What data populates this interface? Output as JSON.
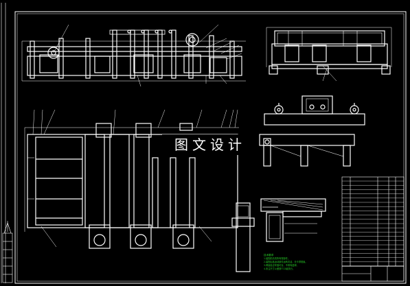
{
  "watermark": "图文设计",
  "colors": {
    "background": "#000000",
    "lines": "#ffffff",
    "notes": "#28d228",
    "leaders": "#ffffff"
  },
  "notes": {
    "heading": "技术要求",
    "lines": [
      "1.装配前清洗所有零部件。",
      "2.装配后各运动部件运转灵活，无卡滞现象。",
      "3.焊接处应牢固可靠，不得有虚焊。",
      "4.未注尺寸公差按IT12级执行。"
    ]
  }
}
